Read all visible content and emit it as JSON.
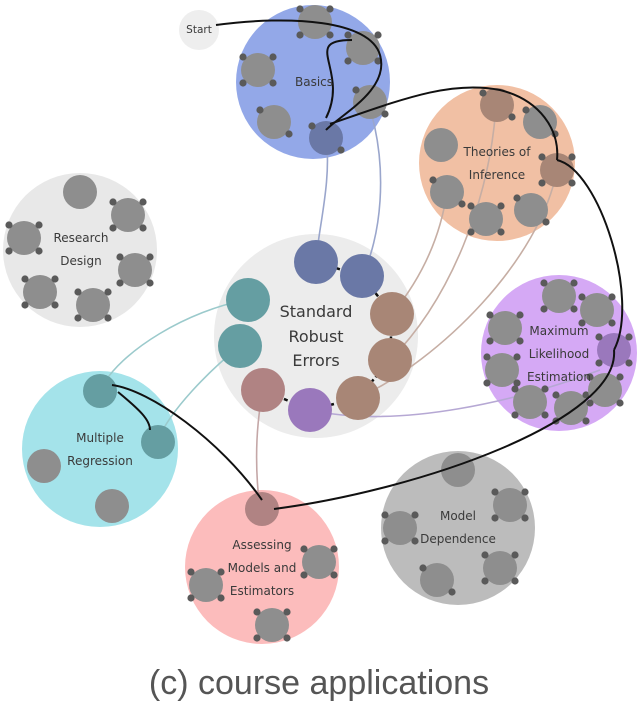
{
  "caption": "(c) course applications",
  "colors": {
    "basics": "#93a8e8",
    "theories": "#f1c0a4",
    "maximum": "#d5a9f5",
    "multiple": "#a4e3ea",
    "assessing": "#fcbcbc",
    "model": "#bcbcbc",
    "research": "#e8e8e8",
    "standard": "#ececec",
    "start": "#eeeeee",
    "node_gray": "#8e8e8e",
    "node_slate": "#6a78a6",
    "node_brown": "#a88676",
    "node_teal": "#659ea2",
    "node_rose": "#b08383",
    "node_purple": "#9a78bc",
    "edge_dark": "#111111",
    "edge_light_blue": "#9aa6cc",
    "edge_light_brown": "#c6aea4",
    "edge_light_teal": "#9bcacc",
    "edge_light_purple": "#b6a8d4",
    "edge_light_rose": "#c4a7a7"
  },
  "clusters": {
    "start": {
      "lines": [
        "Start"
      ]
    },
    "basics": {
      "lines": [
        "Basics"
      ]
    },
    "theories": {
      "lines": [
        "Theories of",
        "Inference"
      ]
    },
    "research": {
      "lines": [
        "Research",
        "Design"
      ]
    },
    "standard": {
      "lines": [
        "Standard",
        "Robust",
        "Errors"
      ]
    },
    "maximum": {
      "lines": [
        "Maximum",
        "Likelihood",
        "Estimation"
      ]
    },
    "multiple": {
      "lines": [
        "Multiple",
        "Regression"
      ]
    },
    "model": {
      "lines": [
        "Model",
        "Dependence"
      ]
    },
    "assessing": {
      "lines": [
        "Assessing",
        "Models and",
        "Estimators"
      ]
    }
  }
}
